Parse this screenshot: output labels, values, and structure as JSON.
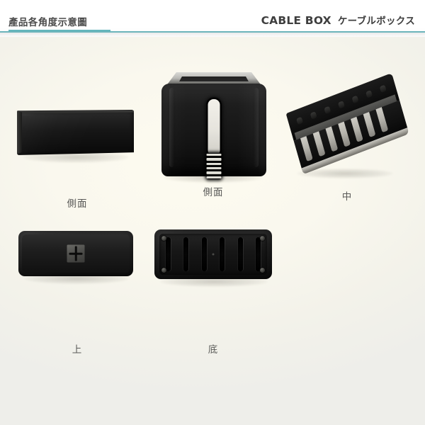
{
  "header": {
    "left_title": "產品各角度示意圖",
    "brand_en": "CABLE BOX",
    "brand_jp": "ケーブルボックス",
    "accent_color": "#63b6bd",
    "rule_color": "#6cb4bb"
  },
  "gallery": {
    "items": [
      {
        "id": "side-long",
        "caption": "側面",
        "view": "side-view-long-low-box",
        "product_color": "#141414"
      },
      {
        "id": "side-cube",
        "caption": "側面",
        "view": "side-view-cube-with-cable-slot",
        "product_color": "#141414",
        "slot_color": "#eeece5",
        "rib_count": 6
      },
      {
        "id": "inside-tray",
        "caption": "中",
        "view": "angled-interior-open-tray",
        "product_color": "#131313",
        "fin_count": 7
      },
      {
        "id": "top-lid",
        "caption": "上",
        "view": "top-view-lid-with-cross-opening",
        "product_color": "#1b1b1b",
        "plate_color": "#55554f"
      },
      {
        "id": "bottom-base",
        "caption": "底",
        "view": "bottom-view-vented-base",
        "product_color": "#1b1b1b",
        "vent_count": 6,
        "screw_count": 4
      }
    ]
  },
  "page": {
    "background_top": "#f7f5ec",
    "background_bottom": "#ededea"
  }
}
